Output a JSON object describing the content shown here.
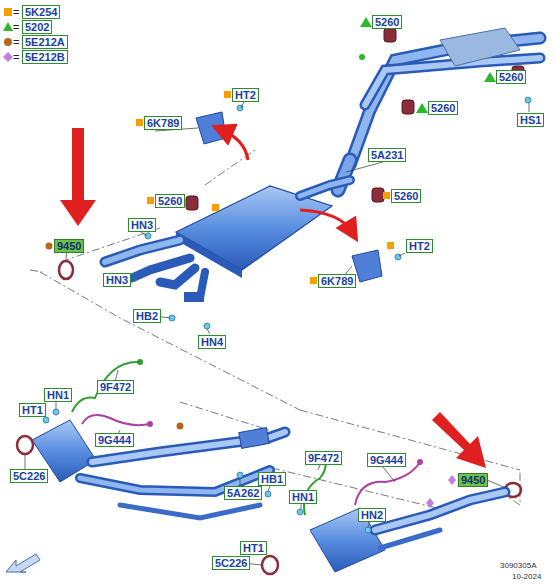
{
  "diagram": {
    "nodes": [
      {
        "text": [
          "5260"
        ]
      },
      {
        "text": [
          "5260"
        ]
      },
      {
        "text": [
          "HT2"
        ]
      },
      {
        "text": [
          "5260"
        ]
      },
      {
        "text": [
          "HS1"
        ]
      },
      {
        "text": [
          "6K789"
        ]
      },
      {
        "text": [
          "5A231"
        ]
      },
      {
        "text": [
          "5260"
        ]
      },
      {
        "text": [
          "5260"
        ]
      },
      {
        "text": [
          "HN3"
        ]
      },
      {
        "text": [
          "9450"
        ]
      },
      {
        "text": [
          "HT2"
        ]
      },
      {
        "text": [
          "HN3"
        ]
      },
      {
        "text": [
          "6K789"
        ]
      },
      {
        "text": [
          "HB2"
        ]
      },
      {
        "text": [
          "HN4"
        ]
      },
      {
        "text": [
          "9F472"
        ]
      },
      {
        "text": [
          "HN1"
        ]
      },
      {
        "text": [
          "HT1"
        ]
      },
      {
        "text": [
          "9G444"
        ]
      },
      {
        "text": [
          "9F472"
        ]
      },
      {
        "text": [
          "9G444"
        ]
      },
      {
        "text": [
          "5C226"
        ]
      },
      {
        "text": [
          "HB1"
        ]
      },
      {
        "text": [
          "9450"
        ]
      },
      {
        "text": [
          "5A262"
        ]
      },
      {
        "text": [
          "HN1"
        ]
      },
      {
        "text": [
          "HN2"
        ]
      },
      {
        "text": [
          "HT1"
        ]
      },
      {
        "text": [
          "5C226"
        ]
      }
    ],
    "labels": [
      "=",
      "=",
      "=",
      "=",
      "3090305A",
      "10-2024"
    ],
    "legend": [
      {
        "text": "5K254",
        "color": "#f5a000"
      },
      {
        "text": "5202",
        "color": "#2fb82f"
      },
      {
        "text": "5E212A",
        "color": "#b5651d"
      },
      {
        "text": "5E212B",
        "color": "#c080e0"
      }
    ]
  }
}
